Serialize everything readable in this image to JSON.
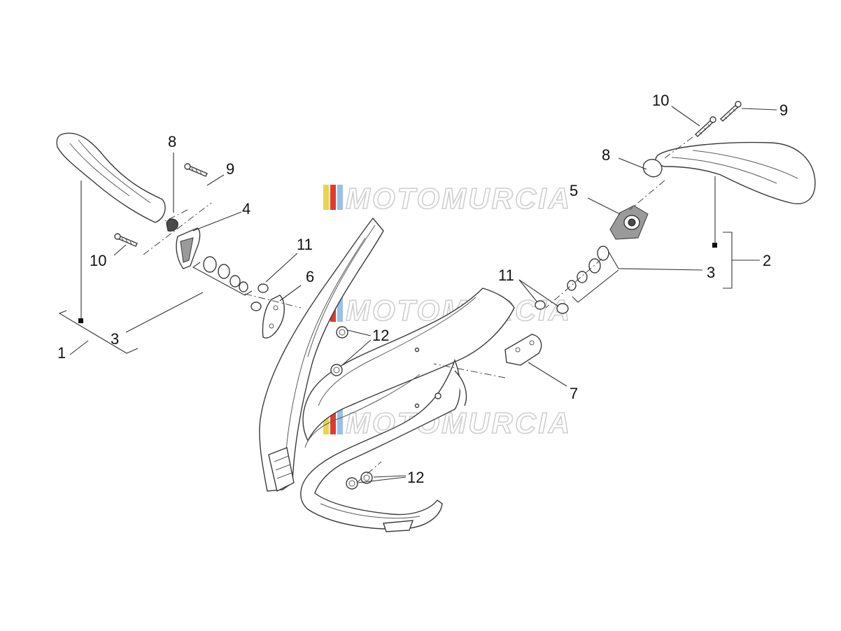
{
  "watermark": {
    "text": "MOTOMURCIA",
    "colors": [
      "#e8d44d",
      "#e23a2f",
      "#9bbfe6"
    ]
  },
  "labels": {
    "left_1": "1",
    "left_3": "3",
    "left_4": "4",
    "left_6": "6",
    "left_8": "8",
    "left_9": "9",
    "left_10": "10",
    "left_11": "11",
    "center_12_upper": "12",
    "center_12_lower": "12",
    "right_2": "2",
    "right_3": "3",
    "right_5": "5",
    "right_7": "7",
    "right_8": "8",
    "right_9": "9",
    "right_10": "10",
    "right_11": "11"
  }
}
